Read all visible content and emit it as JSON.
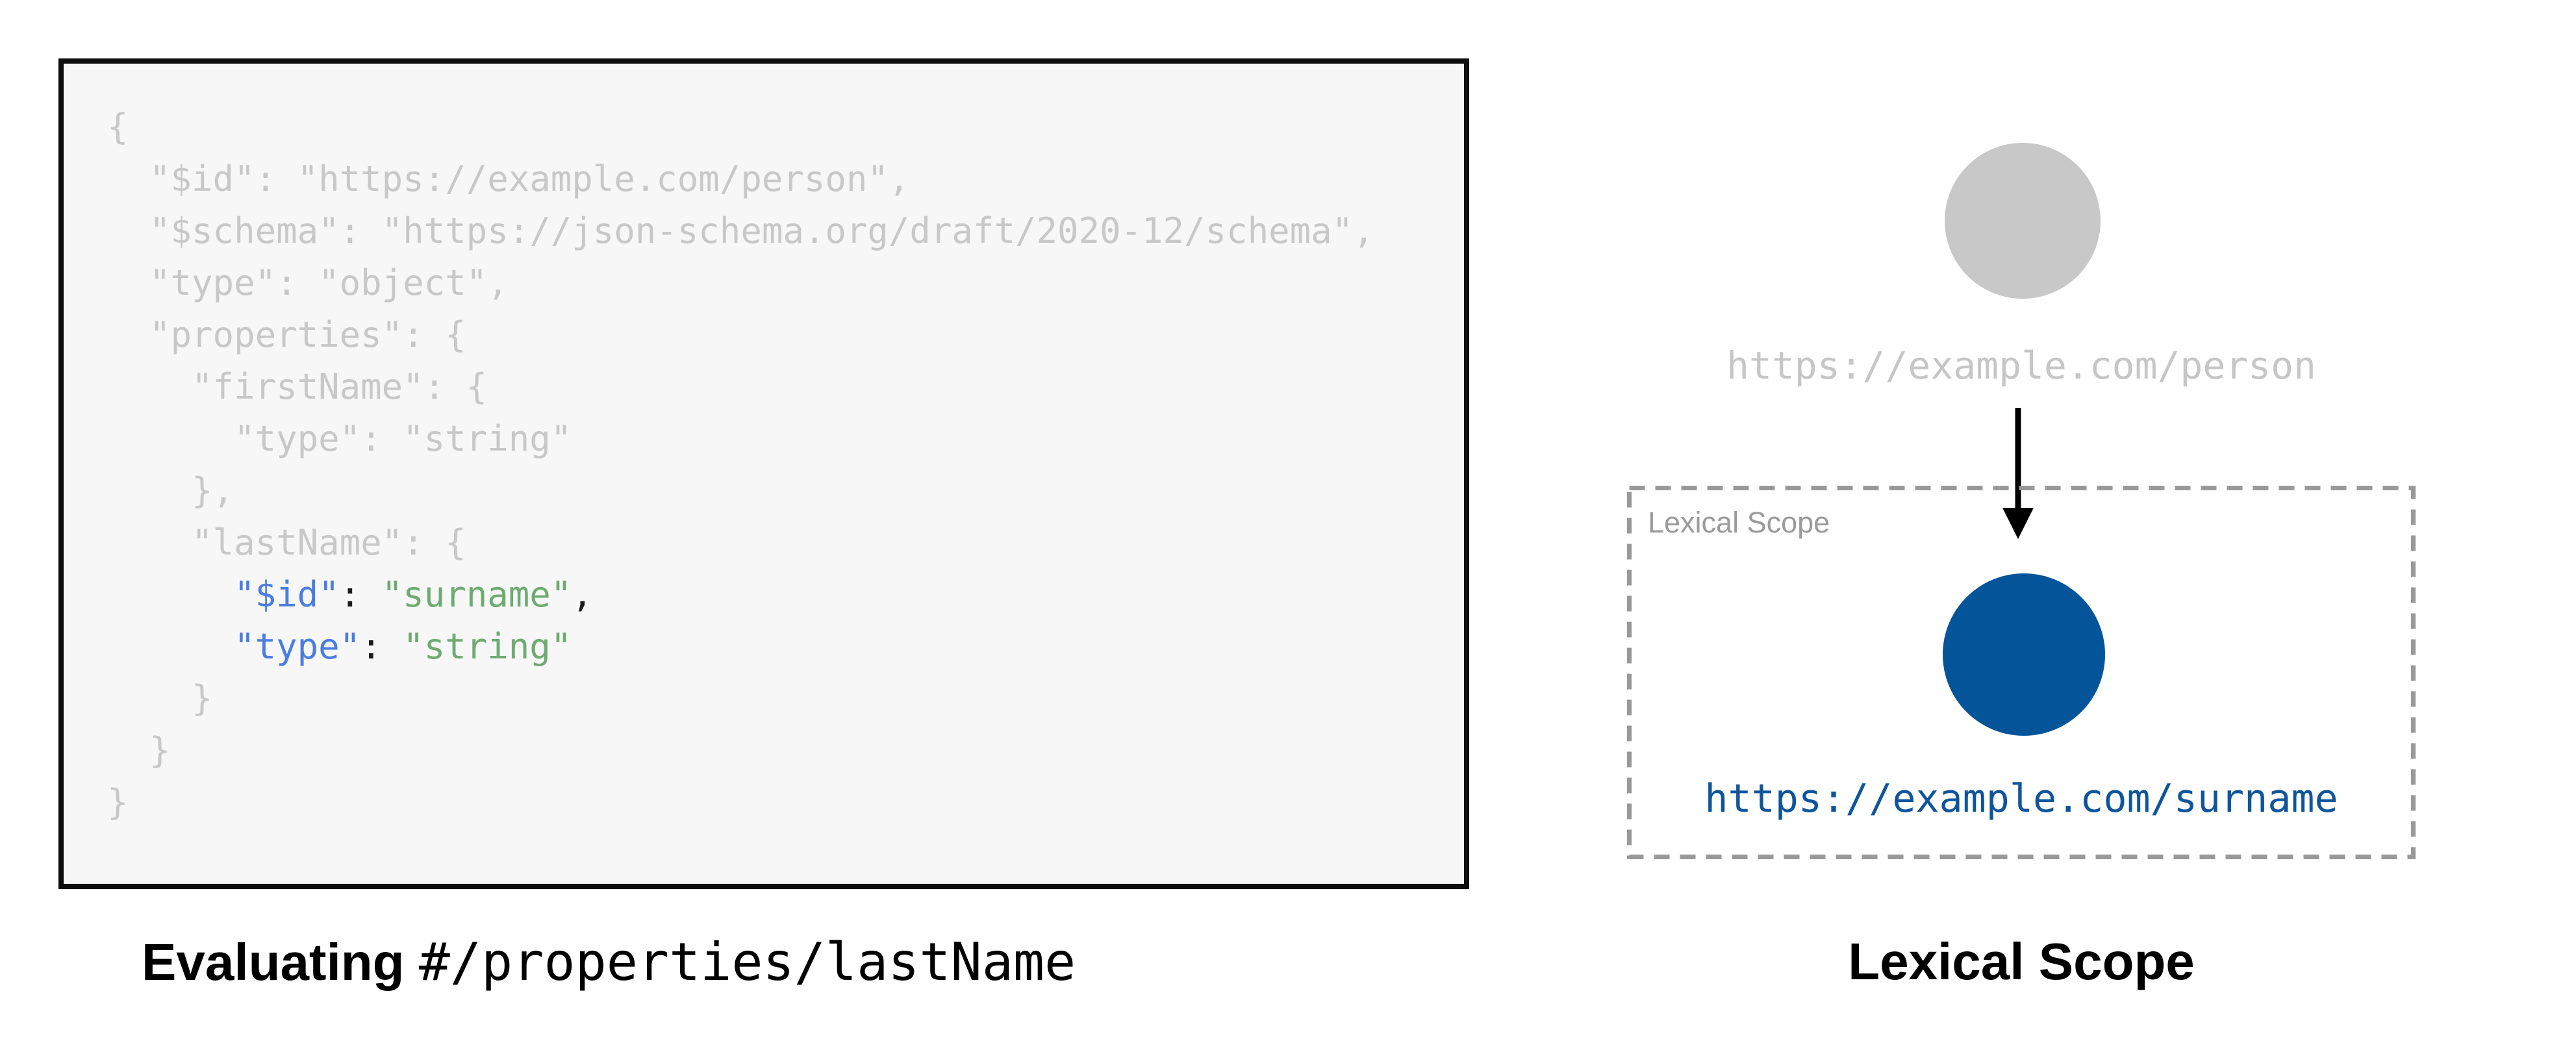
{
  "colors": {
    "code_muted": "#c8c8c8",
    "code_key_blue": "#4a7de0",
    "code_string_green": "#6dab70",
    "code_punct": "#1b1b1b",
    "code_background": "#f7f7f7",
    "code_border": "#0d0d0d",
    "parent_circle_gray": "#c8c8c8",
    "parent_uri_gray": "#c6c6c6",
    "child_circle_blue": "#04549a",
    "child_uri_blue": "#0e559c",
    "scope_dash_gray": "#999999",
    "scope_label_gray": "#9b9b9b",
    "arrow_black": "#000000"
  },
  "code_panel": {
    "lines": [
      [
        [
          "g",
          "{"
        ]
      ],
      [
        [
          "g",
          "  \"$id\": \"https://example.com/person\","
        ]
      ],
      [
        [
          "g",
          "  \"$schema\": \"https://json-schema.org/draft/2020-12/schema\","
        ]
      ],
      [
        [
          "g",
          "  \"type\": \"object\","
        ]
      ],
      [
        [
          "g",
          "  \"properties\": {"
        ]
      ],
      [
        [
          "g",
          "    \"firstName\": {"
        ]
      ],
      [
        [
          "g",
          "      \"type\": \"string\""
        ]
      ],
      [
        [
          "g",
          "    },"
        ]
      ],
      [
        [
          "g",
          "    \"lastName\": {"
        ]
      ],
      [
        [
          "g",
          "      "
        ],
        [
          "b",
          "\"$id\""
        ],
        [
          "p",
          ": "
        ],
        [
          "gr",
          "\"surname\""
        ],
        [
          "p",
          ","
        ]
      ],
      [
        [
          "g",
          "      "
        ],
        [
          "b",
          "\"type\""
        ],
        [
          "p",
          ": "
        ],
        [
          "gr",
          "\"string\""
        ]
      ],
      [
        [
          "g",
          "    }"
        ]
      ],
      [
        [
          "g",
          "  }"
        ]
      ],
      [
        [
          "g",
          "}"
        ]
      ]
    ]
  },
  "captions": {
    "left_bold": "Evaluating ",
    "left_mono": "#/properties/lastName",
    "right": "Lexical Scope"
  },
  "diagram": {
    "parent_uri": "https://example.com/person",
    "scope_label": "Lexical Scope",
    "child_uri": "https://example.com/surname"
  }
}
